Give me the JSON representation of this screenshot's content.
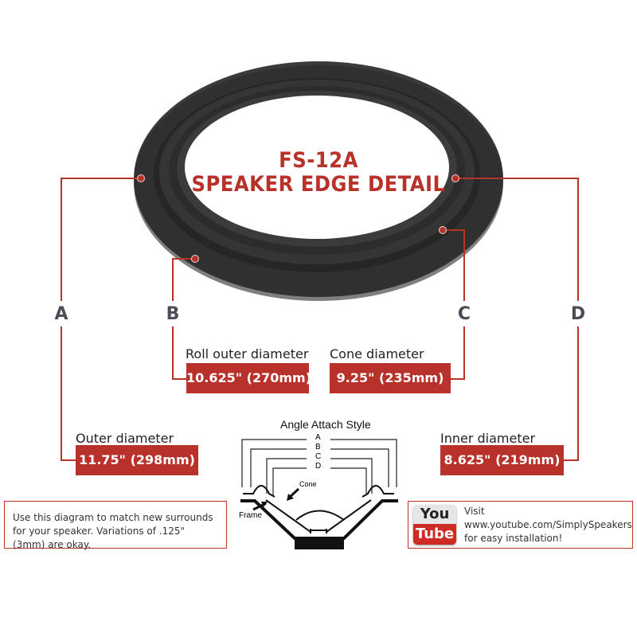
{
  "title": {
    "line1": "FS-12A",
    "line2": "SPEAKER EDGE DETAIL"
  },
  "letters": [
    "A",
    "B",
    "C",
    "D"
  ],
  "measurements": [
    {
      "key": "A",
      "label": "Outer diameter",
      "value": "11.75\" (298mm)"
    },
    {
      "key": "B",
      "label": "Roll outer diameter",
      "value": "10.625\" (270mm)"
    },
    {
      "key": "C",
      "label": "Cone diameter",
      "value": "9.25\" (235mm)"
    },
    {
      "key": "D",
      "label": "Inner diameter",
      "value": "8.625\" (219mm)"
    }
  ],
  "inset": {
    "title": "Angle Attach Style",
    "letters": [
      "A",
      "B",
      "C",
      "D"
    ],
    "cone_label": "Cone",
    "frame_label": "Frame"
  },
  "notes": {
    "left": "Use this diagram to match new surrounds for your speaker. Variations of .125\" (3mm) are okay.",
    "right": "Visit www.youtube.com/SimplySpeakers for easy installation!",
    "youtube_logo": {
      "top": "You",
      "bottom": "Tube"
    }
  },
  "colors": {
    "accent": "#b8322a",
    "letter": "#4a4d55",
    "surround": "#2e2e2e"
  }
}
